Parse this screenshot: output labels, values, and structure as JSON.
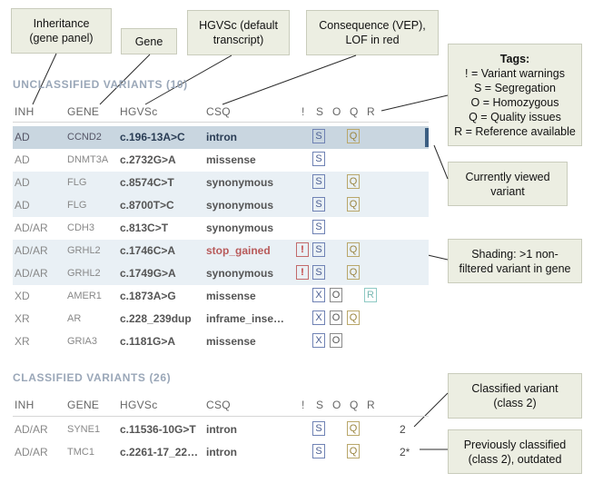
{
  "callouts": {
    "inheritance": [
      "Inheritance",
      "(gene panel)"
    ],
    "gene": [
      "Gene"
    ],
    "hgvsc": [
      "HGVSc (default",
      "transcript)"
    ],
    "consequence": [
      "Consequence  (VEP),",
      "LOF in red"
    ],
    "tags": [
      "Tags:",
      "! = Variant warnings",
      "S = Segregation",
      "O = Homozygous",
      "Q = Quality issues",
      "R = Reference available"
    ],
    "current": [
      "Currently viewed",
      "variant"
    ],
    "shading": [
      "Shading:  >1 non-",
      "filtered variant in gene"
    ],
    "classified": [
      "Classified variant",
      "(class 2)"
    ],
    "outdated": [
      "Previously classified",
      "(class 2), outdated"
    ]
  },
  "unclassified": {
    "title": "UNCLASSIFIED VARIANTS (10)",
    "headers": {
      "inh": "INH",
      "gene": "GENE",
      "hgvs": "HGVSc",
      "csq": "CSQ",
      "warn": "!",
      "s": "S",
      "o": "O",
      "q": "Q",
      "r": "R"
    },
    "rows": [
      {
        "inh": "AD",
        "gene": "CCND2",
        "hgvs": "c.196-13A>C",
        "csq": "intron",
        "shade": "current",
        "lof": false,
        "tags": [
          "S",
          "Q"
        ]
      },
      {
        "inh": "AD",
        "gene": "DNMT3A",
        "hgvs": "c.2732G>A",
        "csq": "missense",
        "shade": "none",
        "lof": false,
        "tags": [
          "S"
        ]
      },
      {
        "inh": "AD",
        "gene": "FLG",
        "hgvs": "c.8574C>T",
        "csq": "synonymous",
        "shade": "shaded",
        "lof": false,
        "tags": [
          "S",
          "Q"
        ]
      },
      {
        "inh": "AD",
        "gene": "FLG",
        "hgvs": "c.8700T>C",
        "csq": "synonymous",
        "shade": "shaded",
        "lof": false,
        "tags": [
          "S",
          "Q"
        ]
      },
      {
        "inh": "AD/AR",
        "gene": "CDH3",
        "hgvs": "c.813C>T",
        "csq": "synonymous",
        "shade": "none",
        "lof": false,
        "tags": [
          "S"
        ]
      },
      {
        "inh": "AD/AR",
        "gene": "GRHL2",
        "hgvs": "c.1746C>A",
        "csq": "stop_gained",
        "shade": "shaded",
        "lof": true,
        "tags": [
          "!",
          "S",
          "Q"
        ]
      },
      {
        "inh": "AD/AR",
        "gene": "GRHL2",
        "hgvs": "c.1749G>A",
        "csq": "synonymous",
        "shade": "shaded",
        "lof": false,
        "tags": [
          "!",
          "S",
          "Q"
        ]
      },
      {
        "inh": "XD",
        "gene": "AMER1",
        "hgvs": "c.1873A>G",
        "csq": "missense",
        "shade": "none",
        "lof": false,
        "tags": [
          "X",
          "O",
          "R"
        ]
      },
      {
        "inh": "XR",
        "gene": "AR",
        "hgvs": "c.228_239dup",
        "csq": "inframe_inse…",
        "shade": "none",
        "lof": false,
        "tags": [
          "X",
          "O",
          "Q"
        ]
      },
      {
        "inh": "XR",
        "gene": "GRIA3",
        "hgvs": "c.1181G>A",
        "csq": "missense",
        "shade": "none",
        "lof": false,
        "tags": [
          "X",
          "O"
        ]
      }
    ]
  },
  "classified": {
    "title": "CLASSIFIED VARIANTS (26)",
    "headers": {
      "inh": "INH",
      "gene": "GENE",
      "hgvs": "HGVSc",
      "csq": "CSQ",
      "warn": "!",
      "s": "S",
      "o": "O",
      "q": "Q",
      "r": "R"
    },
    "rows": [
      {
        "inh": "AD/AR",
        "gene": "SYNE1",
        "hgvs": "c.11536-10G>T",
        "csq": "intron",
        "shade": "none",
        "lof": false,
        "tags": [
          "S",
          "Q"
        ],
        "class": "2"
      },
      {
        "inh": "AD/AR",
        "gene": "TMC1",
        "hgvs": "c.2261-17_22…",
        "csq": "intron",
        "shade": "none",
        "lof": false,
        "tags": [
          "S",
          "Q"
        ],
        "class": "2*"
      }
    ]
  },
  "colors": {
    "current_row": "#c9d6e0",
    "shaded_row": "#e9f0f5",
    "lof": "#b85a5a",
    "callout_bg": "#eceee2"
  }
}
